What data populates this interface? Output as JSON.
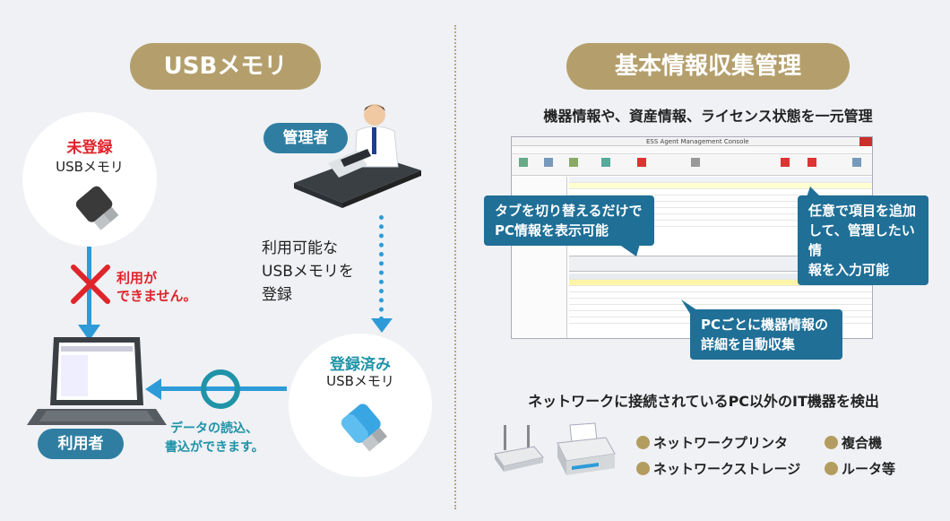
{
  "left": {
    "title": "USBメモリ",
    "unregistered_top": "未登録",
    "unregistered_bottom": "USBメモリ",
    "cannot_use_1": "利用が",
    "cannot_use_2": "できません。",
    "admin": "管理者",
    "register_text_1": "利用可能な",
    "register_text_2": "USBメモリを",
    "register_text_3": "登録",
    "registered_top": "登録済み",
    "registered_bottom": "USBメモリ",
    "rw_1": "データの読込、",
    "rw_2": "書込ができます。",
    "user": "利用者"
  },
  "right": {
    "title": "基本情報収集管理",
    "subtitle": "機器情報や、資産情報、ライセンス状態を一元管理",
    "window_title": "ESS Agent Management Console",
    "callout_tabs_1": "タブを切り替えるだけで",
    "callout_tabs_2": "PC情報を表示可能",
    "callout_items_1": "任意で項目を追加",
    "callout_items_2": "して、管理したい情",
    "callout_items_3": "報を入力可能",
    "callout_auto_1": "PCごとに機器情報の",
    "callout_auto_2": "詳細を自動収集",
    "detect_title": "ネットワークに接続されているPC以外のIT機器を検出",
    "devices": [
      "ネットワークプリンタ",
      "複合機",
      "ネットワークストレージ",
      "ルータ等"
    ]
  },
  "colors": {
    "gold": "#b49f6c",
    "blue": "#2f7ea2",
    "arrow_blue": "#2d9bd8",
    "red": "#e0242b",
    "ok_green": "#1f93a8"
  }
}
